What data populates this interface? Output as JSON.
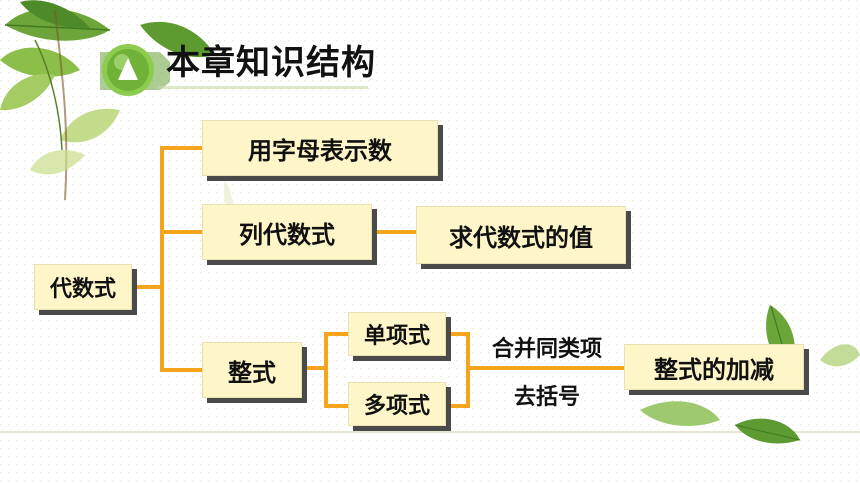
{
  "title": "本章知识结构",
  "nodes": {
    "root": "代数式",
    "letters": "用字母表示数",
    "list": "列代数式",
    "value": "求代数式的值",
    "integral": "整式",
    "monomial": "单项式",
    "polynomial": "多项式",
    "add_sub": "整式的加减"
  },
  "connector_labels": {
    "combine": "合并同类项",
    "brackets": "去括号"
  },
  "colors": {
    "box_fill": "#fef6c8",
    "connector": "#f5a41c",
    "shadow": "#4a4a4a",
    "badge": "#7cc142"
  }
}
